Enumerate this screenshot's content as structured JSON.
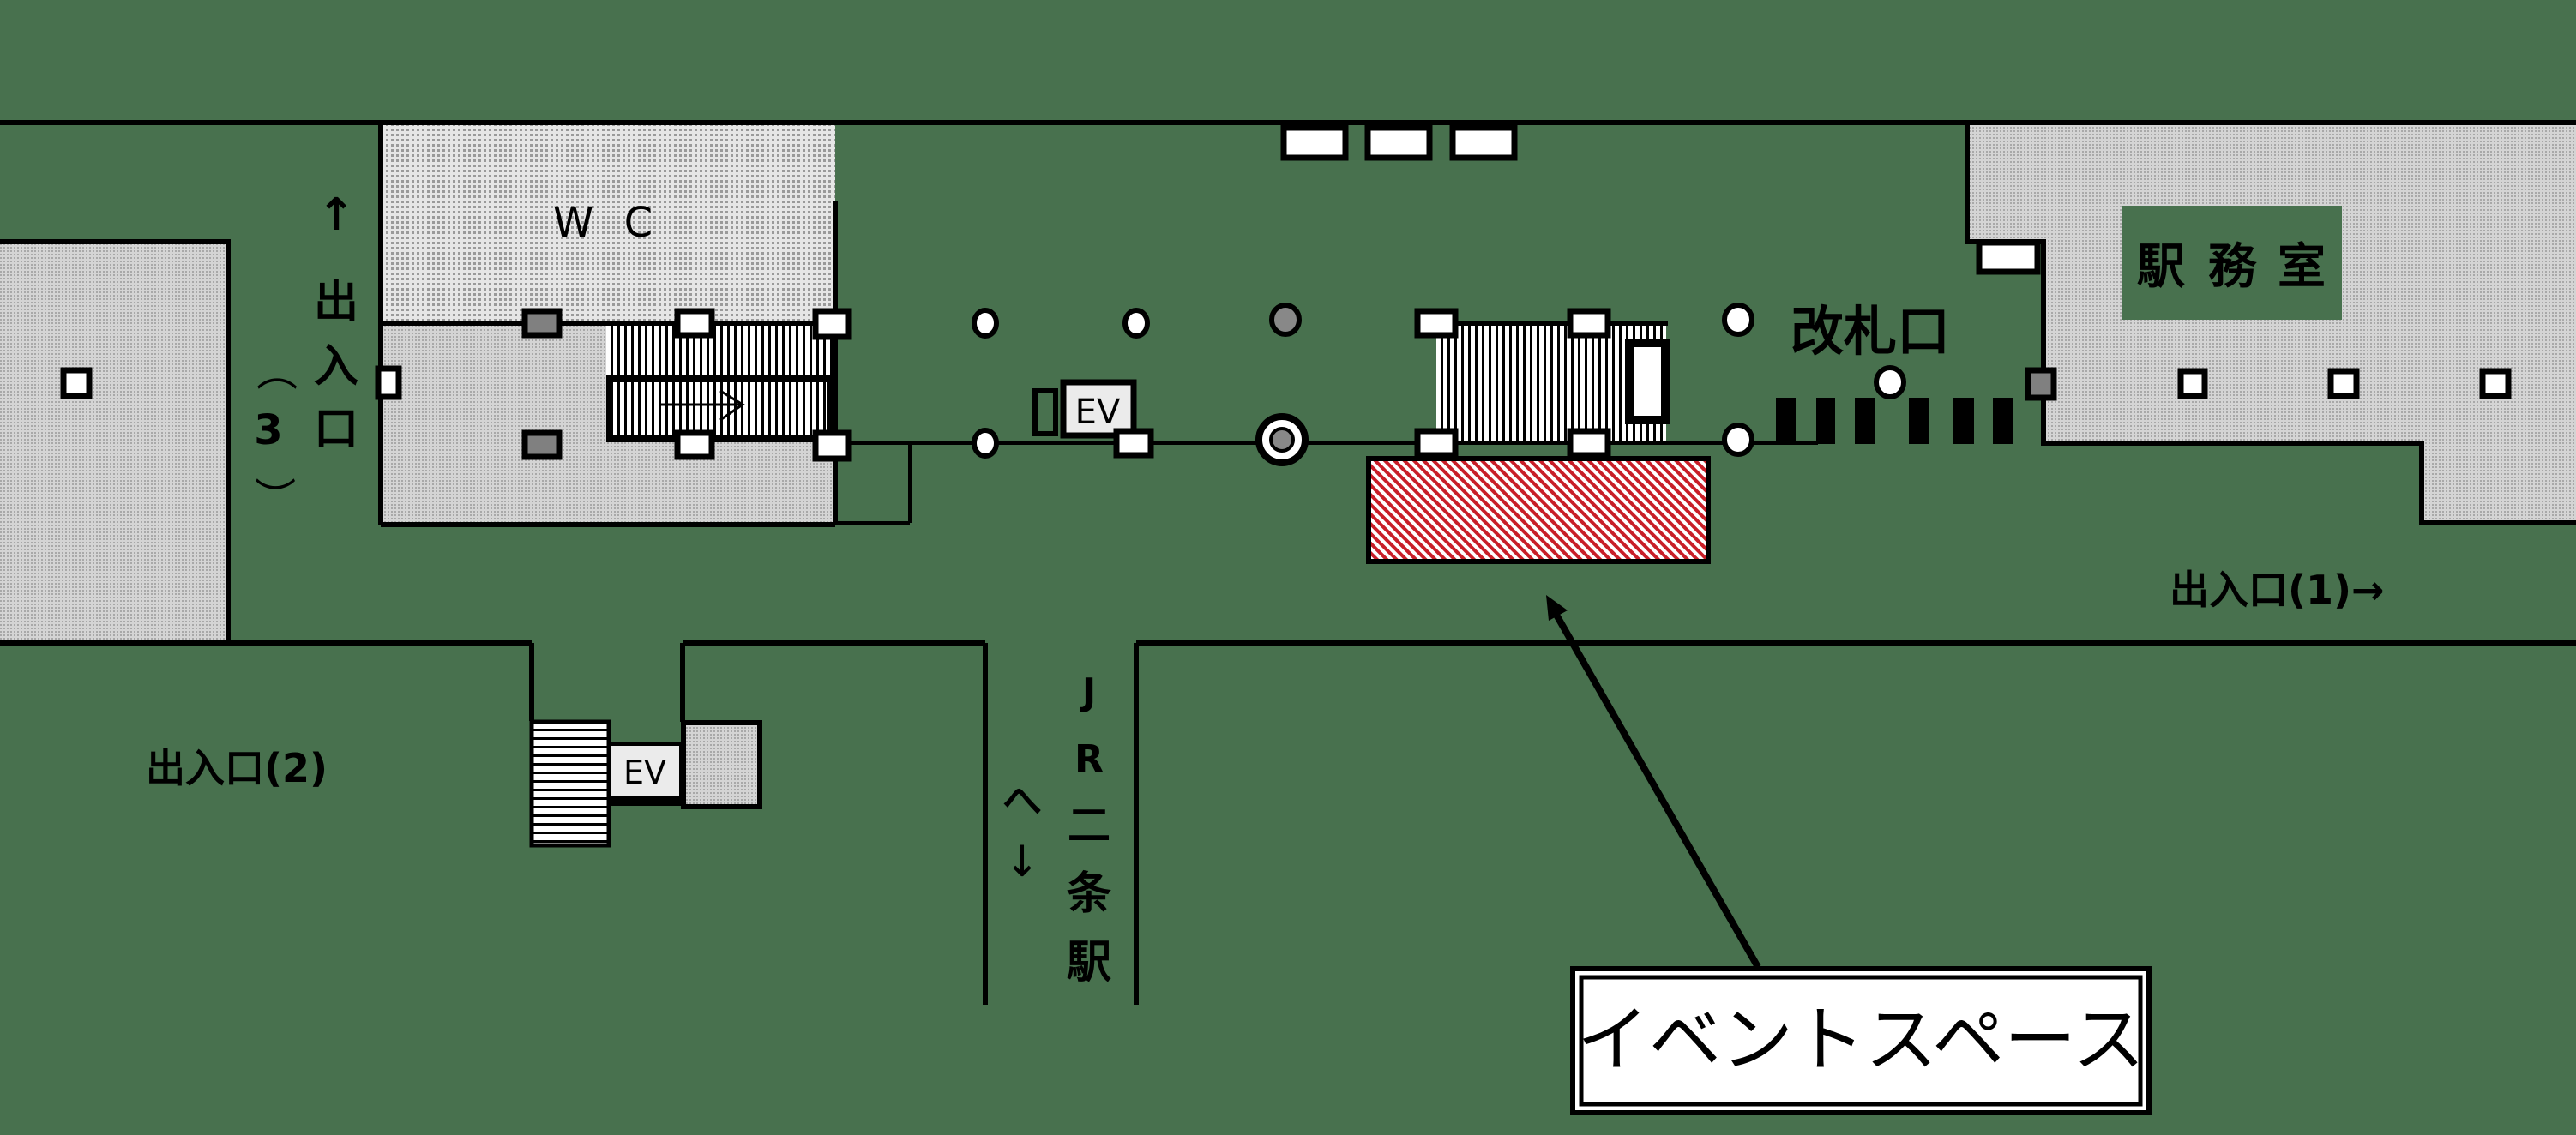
{
  "map": {
    "background_color": "#48714e",
    "event_space_color": "#c81e28",
    "labels": {
      "wc": "W C",
      "exit3_col1": [
        "↑",
        "出",
        "入",
        "口"
      ],
      "exit3_col2": [
        "（",
        "3",
        "）"
      ],
      "ticket_gate": "改札口",
      "station_office": [
        "駅",
        "務",
        "室"
      ],
      "exit1": "出入口(1)→",
      "exit2": "出入口(2)",
      "jr_col1": [
        "J",
        "R",
        "二",
        "条",
        "駅"
      ],
      "jr_col2": [
        "へ",
        "↓"
      ],
      "elevator_main": "EV",
      "elevator_exit2": "EV",
      "event_space": "イベントスペース"
    }
  }
}
